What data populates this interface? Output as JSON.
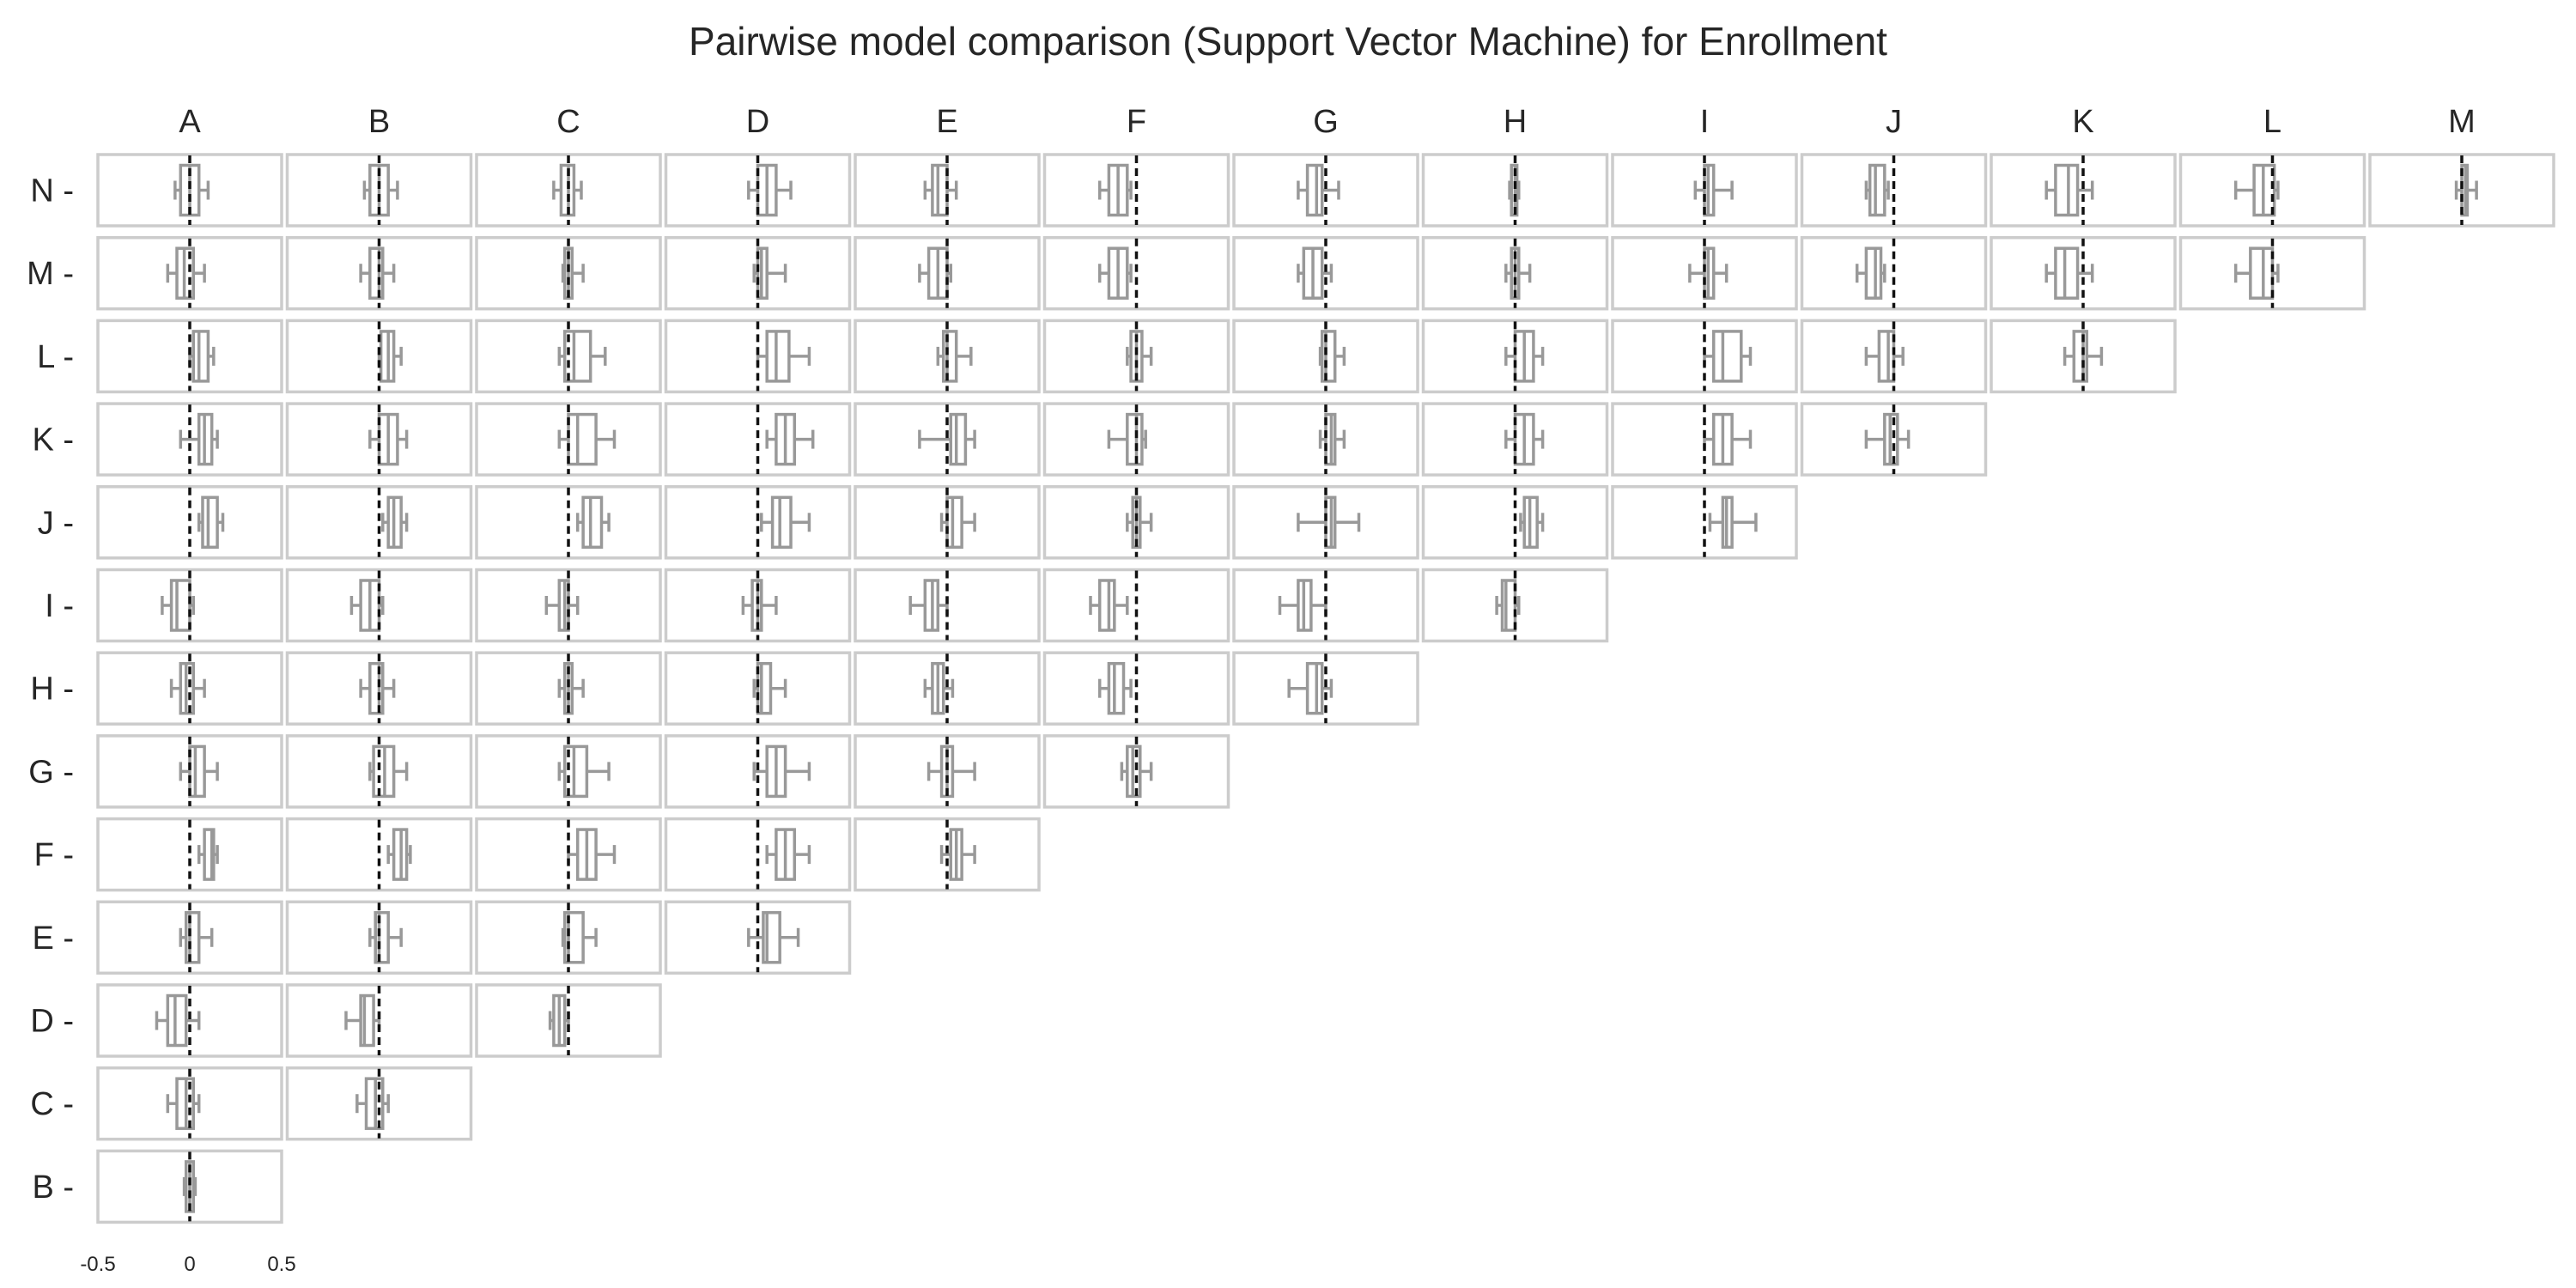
{
  "chart_data": {
    "type": "boxplot-matrix",
    "title": "Pairwise model comparison (Support Vector Machine) for Enrollment",
    "columns": [
      "A",
      "B",
      "C",
      "D",
      "E",
      "F",
      "G",
      "H",
      "I",
      "J",
      "K",
      "L",
      "M"
    ],
    "rows": [
      "N",
      "M",
      "L",
      "K",
      "J",
      "I",
      "H",
      "G",
      "F",
      "E",
      "D",
      "C",
      "B"
    ],
    "row_label_suffix": " -",
    "xlim": [
      -0.5,
      0.5
    ],
    "x_ticks": [
      {
        "value": -0.5,
        "label": "-0.5"
      },
      {
        "value": 0,
        "label": "0"
      },
      {
        "value": 0.5,
        "label": "0.5"
      }
    ],
    "reference_line": 0,
    "colors": {
      "box": "#999999",
      "frame": "#cccccc",
      "reference": "#111111",
      "text": "#262626"
    },
    "cells": {
      "N": [
        [
          -0.08,
          -0.05,
          0,
          0.05,
          0.1
        ],
        [
          -0.08,
          -0.05,
          0,
          0.05,
          0.1
        ],
        [
          -0.08,
          -0.04,
          0,
          0.03,
          0.07
        ],
        [
          -0.05,
          0,
          0.05,
          0.1,
          0.18
        ],
        [
          -0.12,
          -0.08,
          -0.05,
          0,
          0.05
        ],
        [
          -0.2,
          -0.15,
          -0.1,
          -0.05,
          -0.03
        ],
        [
          -0.15,
          -0.1,
          -0.05,
          -0.02,
          0.07
        ],
        [
          -0.03,
          -0.02,
          0,
          0.01,
          0.02
        ],
        [
          -0.05,
          0,
          0.02,
          0.05,
          0.15
        ],
        [
          -0.15,
          -0.13,
          -0.1,
          -0.05,
          -0.03
        ],
        [
          -0.2,
          -0.15,
          -0.08,
          -0.03,
          0.05
        ],
        [
          -0.2,
          -0.1,
          -0.05,
          0.01,
          0.03
        ],
        [
          -0.03,
          0,
          0.02,
          0.03,
          0.08
        ]
      ],
      "M": [
        [
          -0.12,
          -0.07,
          -0.03,
          0.02,
          0.08
        ],
        [
          -0.1,
          -0.05,
          0,
          0.02,
          0.08
        ],
        [
          -0.03,
          -0.02,
          0,
          0.02,
          0.08
        ],
        [
          -0.02,
          0,
          0.02,
          0.05,
          0.15
        ],
        [
          -0.15,
          -0.1,
          -0.05,
          0,
          0.02
        ],
        [
          -0.2,
          -0.15,
          -0.1,
          -0.05,
          -0.03
        ],
        [
          -0.15,
          -0.12,
          -0.07,
          -0.02,
          0.03
        ],
        [
          -0.05,
          -0.02,
          0,
          0.02,
          0.08
        ],
        [
          -0.08,
          0,
          0.02,
          0.05,
          0.12
        ],
        [
          -0.2,
          -0.15,
          -0.1,
          -0.07,
          -0.05
        ],
        [
          -0.2,
          -0.15,
          -0.1,
          -0.03,
          0.05
        ],
        [
          -0.2,
          -0.12,
          -0.05,
          0,
          0.03
        ]
      ],
      "L": [
        [
          0,
          0.02,
          0.05,
          0.1,
          0.13
        ],
        [
          0,
          0.01,
          0.05,
          0.08,
          0.12
        ],
        [
          -0.05,
          -0.02,
          0.03,
          0.12,
          0.2
        ],
        [
          0,
          0.05,
          0.1,
          0.17,
          0.28
        ],
        [
          -0.05,
          -0.02,
          0,
          0.05,
          0.13
        ],
        [
          -0.05,
          -0.03,
          0,
          0.03,
          0.08
        ],
        [
          -0.03,
          -0.02,
          0,
          0.05,
          0.1
        ],
        [
          -0.05,
          0,
          0.05,
          0.1,
          0.15
        ],
        [
          0,
          0.05,
          0.1,
          0.2,
          0.25
        ],
        [
          -0.15,
          -0.08,
          -0.03,
          0,
          0.05
        ],
        [
          -0.1,
          -0.05,
          0,
          0.02,
          0.1
        ]
      ],
      "K": [
        [
          -0.05,
          0.05,
          0.08,
          0.12,
          0.15
        ],
        [
          -0.05,
          0,
          0.05,
          0.1,
          0.15
        ],
        [
          -0.05,
          0,
          0.05,
          0.15,
          0.25
        ],
        [
          0.05,
          0.1,
          0.15,
          0.2,
          0.3
        ],
        [
          -0.15,
          0.02,
          0.05,
          0.1,
          0.15
        ],
        [
          -0.15,
          -0.05,
          0,
          0.03,
          0.05
        ],
        [
          -0.03,
          0,
          0.03,
          0.05,
          0.1
        ],
        [
          -0.05,
          0,
          0.05,
          0.1,
          0.15
        ],
        [
          0,
          0.05,
          0.1,
          0.15,
          0.25
        ],
        [
          -0.15,
          -0.05,
          -0.02,
          0.02,
          0.08
        ]
      ],
      "J": [
        [
          0.05,
          0.07,
          0.1,
          0.15,
          0.18
        ],
        [
          0.02,
          0.05,
          0.08,
          0.12,
          0.15
        ],
        [
          0.05,
          0.08,
          0.12,
          0.18,
          0.22
        ],
        [
          0.02,
          0.08,
          0.12,
          0.18,
          0.28
        ],
        [
          -0.03,
          0,
          0.03,
          0.08,
          0.15
        ],
        [
          -0.05,
          -0.02,
          0,
          0.02,
          0.08
        ],
        [
          -0.15,
          0,
          0.03,
          0.05,
          0.18
        ],
        [
          0.03,
          0.05,
          0.08,
          0.12,
          0.15
        ],
        [
          0.03,
          0.1,
          0.12,
          0.15,
          0.28
        ]
      ],
      "I": [
        [
          -0.15,
          -0.1,
          -0.07,
          0,
          0.02
        ],
        [
          -0.15,
          -0.1,
          -0.05,
          0,
          0.02
        ],
        [
          -0.12,
          -0.05,
          -0.02,
          0,
          0.05
        ],
        [
          -0.08,
          -0.03,
          0,
          0.02,
          0.1
        ],
        [
          -0.2,
          -0.12,
          -0.08,
          -0.05,
          0
        ],
        [
          -0.25,
          -0.2,
          -0.15,
          -0.12,
          -0.05
        ],
        [
          -0.25,
          -0.15,
          -0.12,
          -0.08,
          0
        ],
        [
          -0.1,
          -0.07,
          -0.05,
          0,
          0.02
        ]
      ],
      "H": [
        [
          -0.1,
          -0.05,
          -0.02,
          0.02,
          0.08
        ],
        [
          -0.1,
          -0.05,
          0,
          0.02,
          0.08
        ],
        [
          -0.05,
          -0.02,
          0,
          0.02,
          0.08
        ],
        [
          -0.02,
          0,
          0.02,
          0.07,
          0.15
        ],
        [
          -0.12,
          -0.08,
          -0.05,
          -0.02,
          0.03
        ],
        [
          -0.2,
          -0.15,
          -0.12,
          -0.07,
          -0.03
        ],
        [
          -0.2,
          -0.1,
          -0.05,
          -0.02,
          0.03
        ]
      ],
      "G": [
        [
          -0.05,
          0,
          0.03,
          0.08,
          0.15
        ],
        [
          -0.05,
          -0.03,
          0.03,
          0.08,
          0.15
        ],
        [
          -0.05,
          -0.02,
          0.03,
          0.1,
          0.22
        ],
        [
          -0.02,
          0.05,
          0.1,
          0.15,
          0.28
        ],
        [
          -0.1,
          -0.03,
          0,
          0.03,
          0.15
        ],
        [
          -0.08,
          -0.05,
          -0.02,
          0.02,
          0.08
        ]
      ],
      "F": [
        [
          0.05,
          0.08,
          0.12,
          0.13,
          0.15
        ],
        [
          0.05,
          0.08,
          0.12,
          0.15,
          0.17
        ],
        [
          0,
          0.05,
          0.1,
          0.15,
          0.25
        ],
        [
          0.05,
          0.1,
          0.15,
          0.2,
          0.28
        ],
        [
          -0.03,
          0.02,
          0.05,
          0.08,
          0.15
        ]
      ],
      "E": [
        [
          -0.05,
          -0.02,
          0,
          0.05,
          0.12
        ],
        [
          -0.05,
          -0.02,
          0,
          0.05,
          0.12
        ],
        [
          -0.03,
          -0.02,
          0,
          0.08,
          0.15
        ],
        [
          -0.05,
          0.03,
          0.05,
          0.12,
          0.22
        ]
      ],
      "D": [
        [
          -0.18,
          -0.12,
          -0.08,
          -0.02,
          0.05
        ],
        [
          -0.18,
          -0.1,
          -0.08,
          -0.03,
          0
        ],
        [
          -0.1,
          -0.08,
          -0.05,
          -0.02,
          0
        ]
      ],
      "C": [
        [
          -0.12,
          -0.07,
          -0.02,
          0.02,
          0.05
        ],
        [
          -0.12,
          -0.07,
          -0.02,
          0.02,
          0.05
        ]
      ],
      "B": [
        [
          -0.03,
          -0.02,
          0,
          0.02,
          0.03
        ]
      ]
    }
  }
}
